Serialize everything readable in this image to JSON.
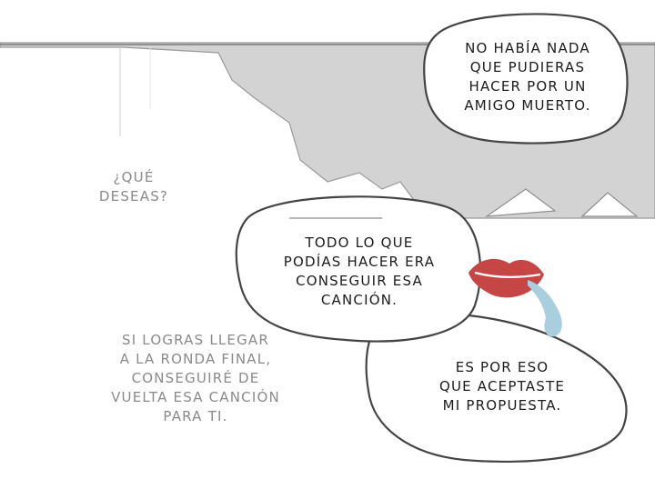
{
  "panel": {
    "background_color": "#ffffff",
    "building_color": "#d3d3d3",
    "outline_color": "#444444",
    "lips_color": "#c64545",
    "drool_color": "#a9cedd"
  },
  "bubbles": {
    "top_right": "NO HABÍA NADA\nQUE PUDIERAS\nHACER POR UN\nAMIGO MUERTO.",
    "middle": "TODO LO QUE\nPODÍAS HACER ERA\nCONSEGUIR ESA\nCANCIÓN.",
    "bottom": "ES POR ESO\nQUE ACEPTASTE\nMI PROPUESTA."
  },
  "floating_text": {
    "question": "¿QUÉ\nDESEAS?",
    "offer": "SI LOGRAS LLEGAR\nA LA RONDA FINAL,\nCONSEGUIRÉ DE\nVUELTA ESA CANCIÓN\nPARA TI."
  }
}
